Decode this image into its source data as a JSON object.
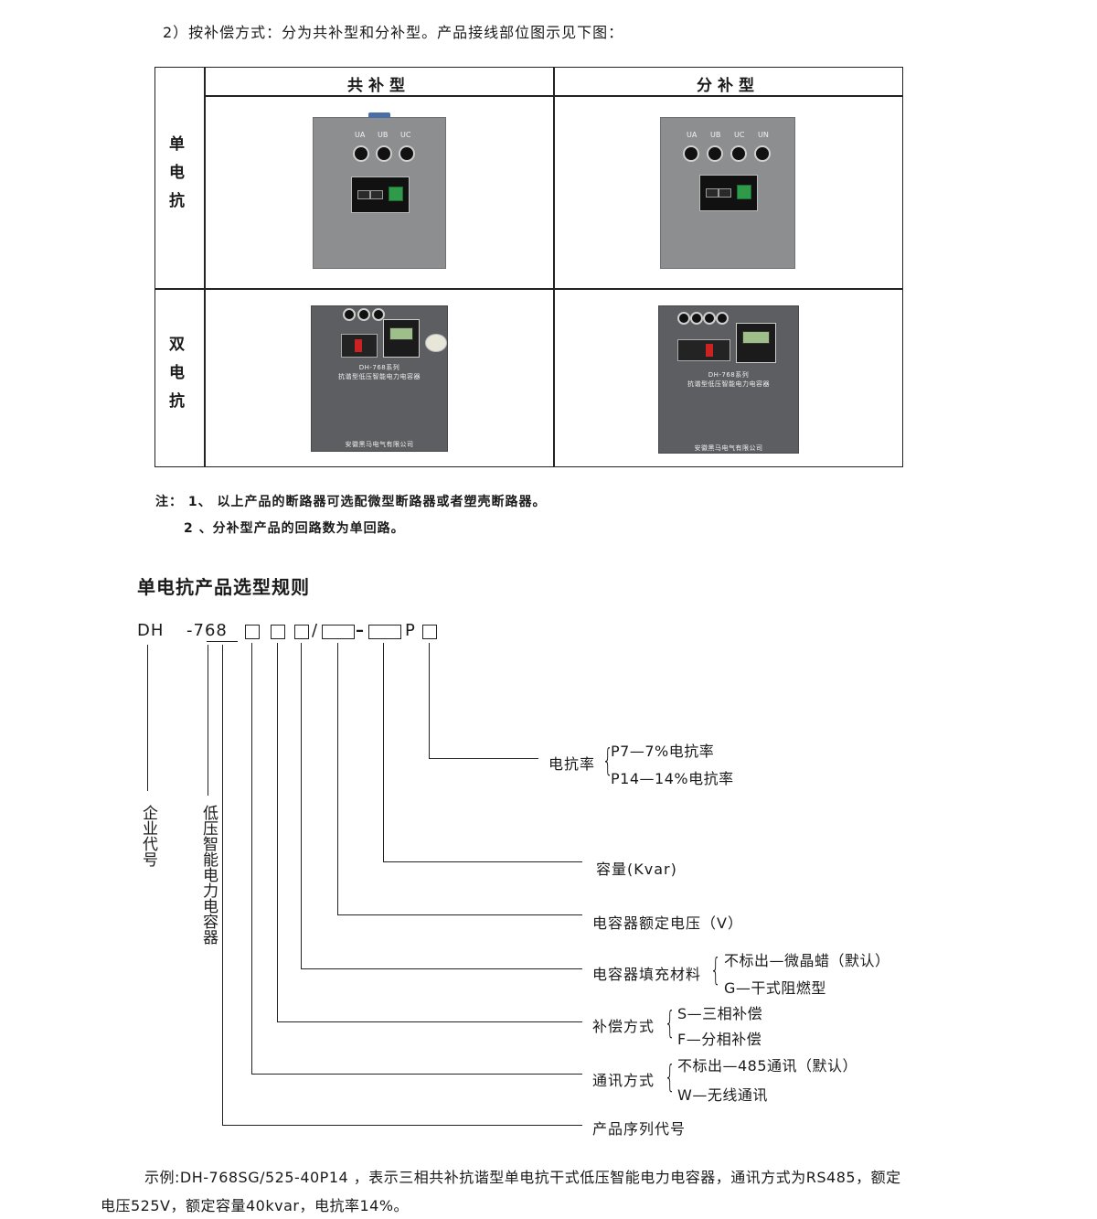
{
  "intro": "2）按补偿方式：分为共补型和分补型。产品接线部位图示见下图：",
  "table": {
    "col_headers": [
      "共补型",
      "分补型"
    ],
    "row_labels": [
      "单电抗",
      "双电抗"
    ],
    "device_text": {
      "series": "DH-768系列",
      "name": "抗谐型低压智能电力电容器",
      "company": "安徽黑马电气有限公司"
    },
    "knob_labels_common": [
      "UA",
      "UB",
      "UC"
    ],
    "knob_labels_split": [
      "UA",
      "UB",
      "UC",
      "UN"
    ]
  },
  "notes": [
    "注： 1、 以上产品的断路器可选配微型断路器或者塑壳断路器。",
    "2 、分补型产品的回路数为单回路。"
  ],
  "section_title": "单电抗产品选型规则",
  "model": {
    "prefix": "DH",
    "series": "-768",
    "slash": "/",
    "dash": "–",
    "p": "P"
  },
  "labels": {
    "company_code": "企业代号",
    "product_type": "低压智能电力电容器",
    "reactance_rate": "电抗率",
    "capacity": "容量(Kvar)",
    "voltage": "电容器额定电压（V）",
    "filler": "电容器填充材料",
    "compensation": "补偿方式",
    "comm": "通讯方式",
    "series_code": "产品序列代号"
  },
  "options": {
    "reactance_rate": [
      "P7—7%电抗率",
      "P14—14%电抗率"
    ],
    "filler": [
      "不标出—微晶蜡（默认）",
      "G—干式阻燃型"
    ],
    "compensation": [
      "S—三相补偿",
      "F—分相补偿"
    ],
    "comm": [
      "不标出—485通讯（默认）",
      "W—无线通讯"
    ]
  },
  "example": {
    "line1": "示例:DH-768SG/525-40P14 ，表示三相共补抗谐型单电抗干式低压智能电力电容器，通讯方式为RS485，额定",
    "line2": "电压525V，额定容量40kvar，电抗率14%。"
  }
}
